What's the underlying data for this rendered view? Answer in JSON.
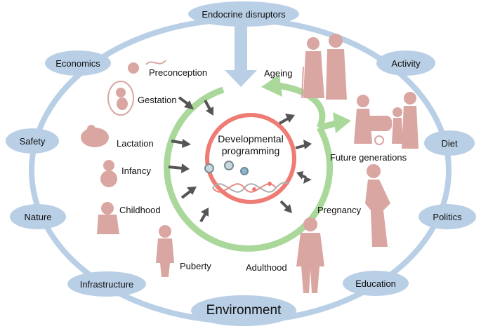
{
  "environment_ring": {
    "top": "Endocrine disruptors",
    "bottom": "Environment",
    "factors": [
      "Economics",
      "Safety",
      "Nature",
      "Infrastructure",
      "Activity",
      "Diet",
      "Politics",
      "Education"
    ]
  },
  "center": {
    "line1": "Developmental",
    "line2": "programming"
  },
  "life_stages": [
    "Preconception",
    "Gestation",
    "Lactation",
    "Infancy",
    "Childhood",
    "Puberty",
    "Adulthood",
    "Pregnancy",
    "Future generations",
    "Ageing"
  ],
  "colors": {
    "ring_blue": "#b9cfe6",
    "cycle_green": "#a9d89a",
    "center_red": "#ee7b74",
    "figure_pink": "#d9a6a2",
    "arrow_gray": "#555555"
  }
}
